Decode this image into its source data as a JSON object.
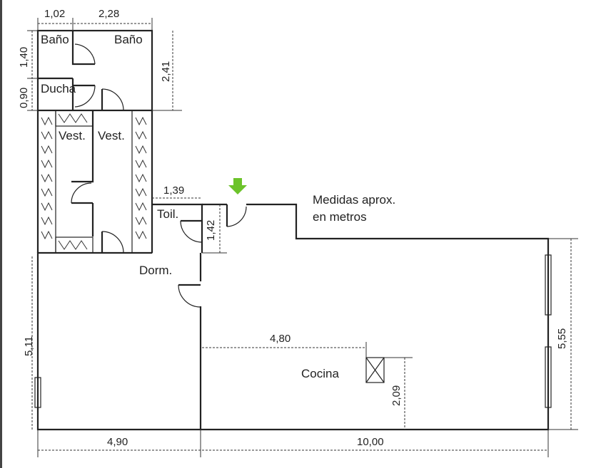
{
  "rooms": {
    "bano1": "Baño",
    "bano2": "Baño",
    "ducha": "Ducha",
    "vest1": "Vest.",
    "vest2": "Vest.",
    "toil": "Toil.",
    "dorm": "Dorm.",
    "cocina": "Cocina"
  },
  "note": {
    "line1": "Medidas aprox.",
    "line2": "en metros"
  },
  "dimensions": {
    "top_left": "1,02",
    "top_right": "2,28",
    "left_upper": "1,40",
    "left_lower": "0,90",
    "bath_height": "2,41",
    "toil_width": "1,39",
    "toil_height": "1,42",
    "dorm_height": "5,11",
    "kitchen_offset": "4,80",
    "kitchen_height": "2,09",
    "main_height": "5,55",
    "bottom_left": "4,90",
    "bottom_right": "10,00"
  },
  "colors": {
    "entrance_arrow": "#6cc32a"
  }
}
